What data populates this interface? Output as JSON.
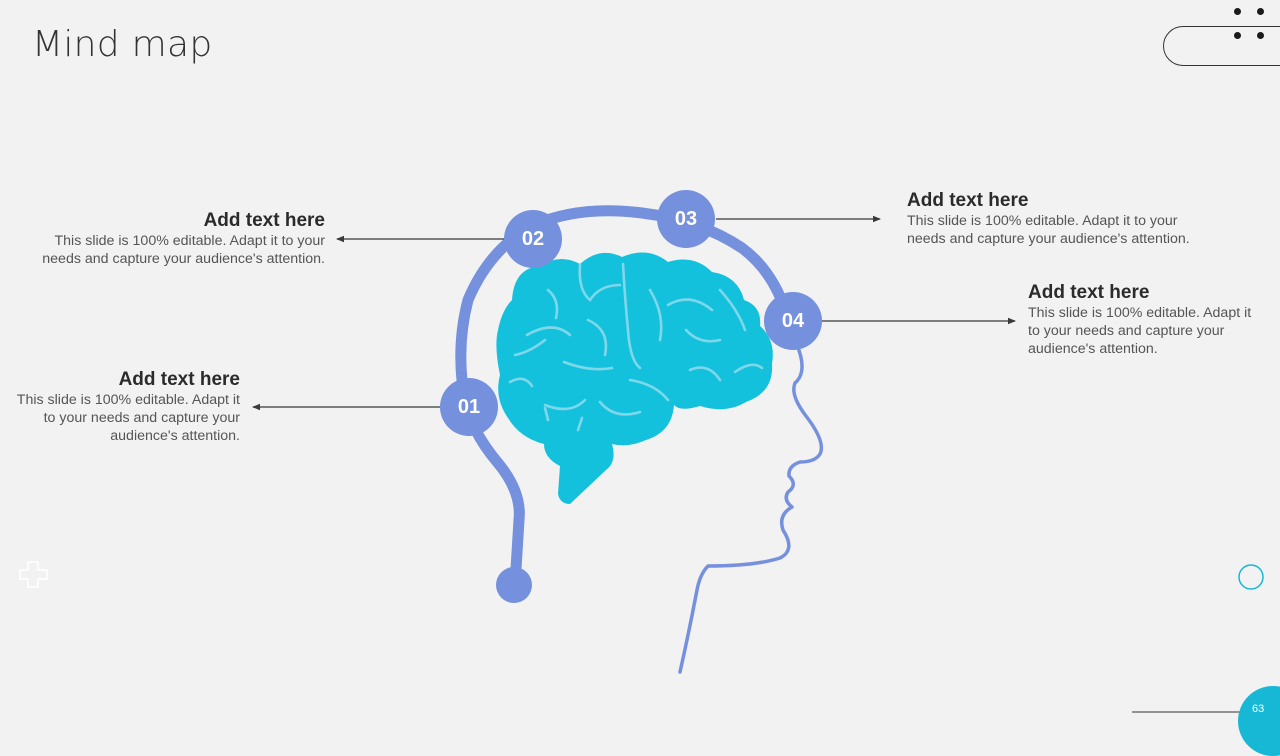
{
  "slide": {
    "title": "Mind map",
    "page_number": "63"
  },
  "items": [
    {
      "number": "01",
      "heading": "Add text here",
      "body": "This slide is 100% editable. Adapt it to your needs and capture your audience's attention."
    },
    {
      "number": "02",
      "heading": "Add text here",
      "body": "This slide is 100% editable. Adapt it to your needs and capture your audience's attention."
    },
    {
      "number": "03",
      "heading": "Add text here",
      "body": "This slide is 100% editable. Adapt it to your needs and capture your audience's attention."
    },
    {
      "number": "04",
      "heading": "Add text here",
      "body": "This slide is 100% editable. Adapt it to your needs and capture your audience's attention."
    }
  ],
  "colors": {
    "accent_blue": "#7590dc",
    "brain_cyan": "#14c1dd",
    "page_badge": "#17b8d6",
    "background": "#f2f2f3"
  },
  "icons": [
    "brain-icon",
    "head-profile-icon",
    "plus-icon",
    "circle-outline-icon"
  ]
}
